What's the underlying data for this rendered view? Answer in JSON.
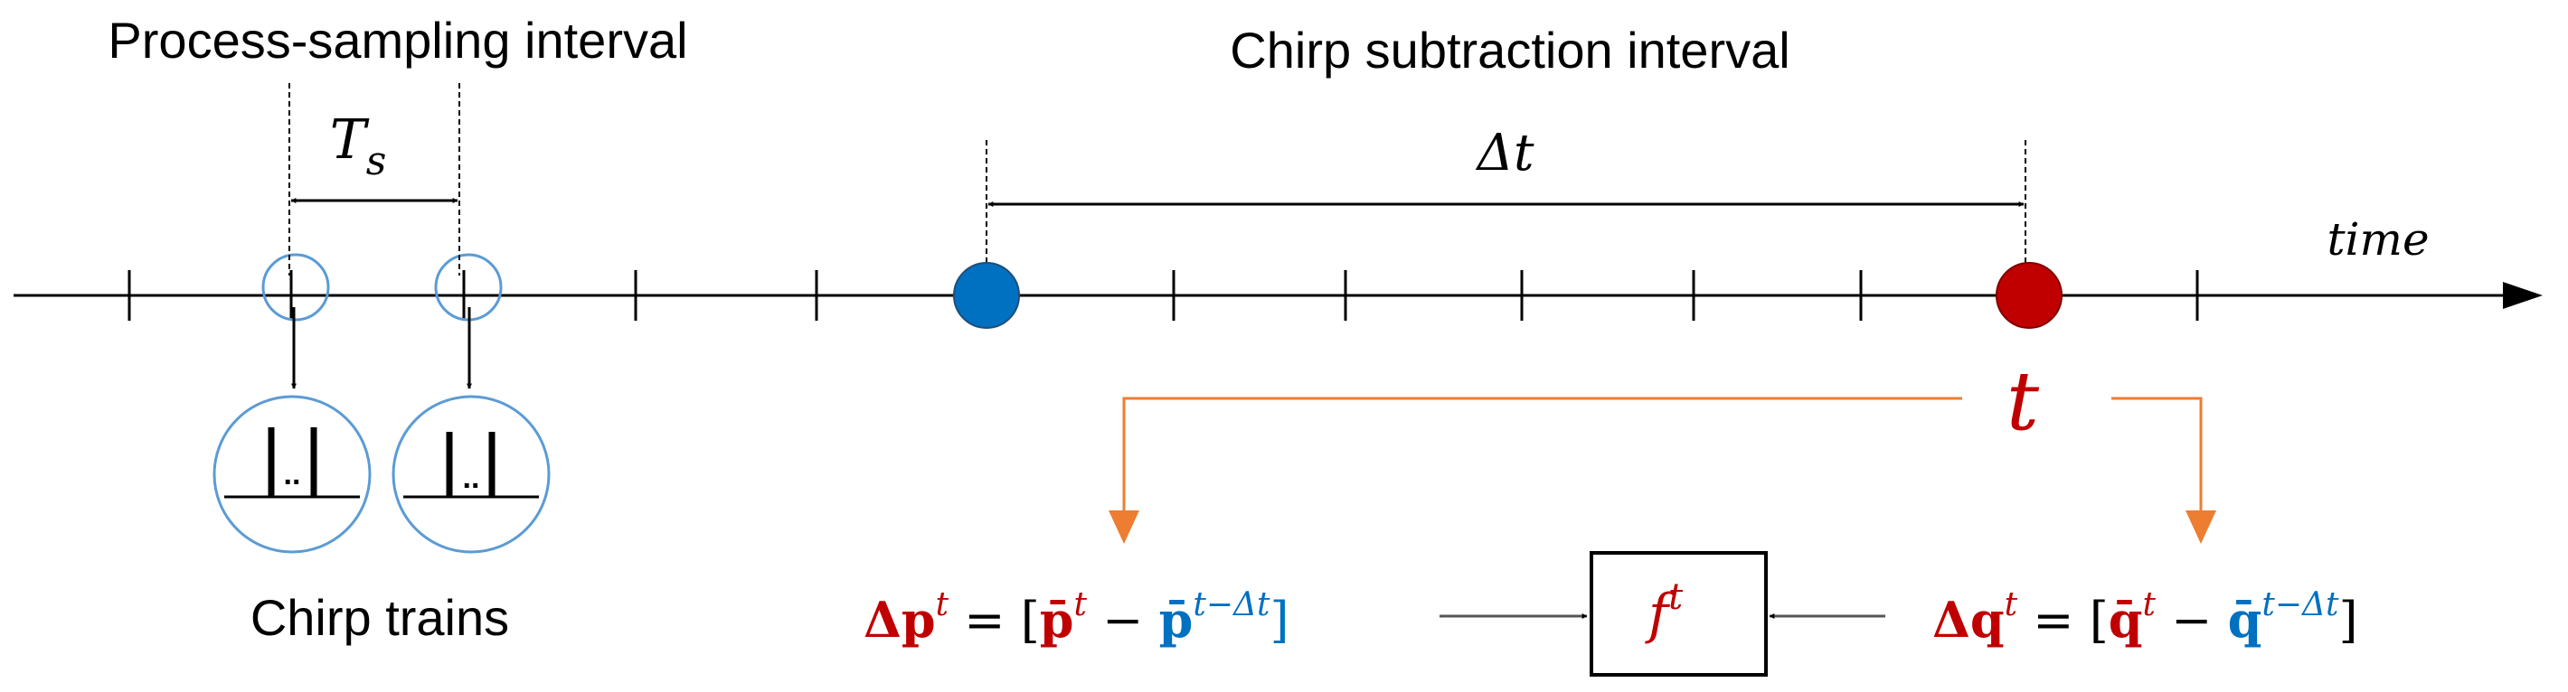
{
  "labels": {
    "process_sampling": "Process-sampling interval",
    "chirp_subtraction": "Chirp subtraction interval",
    "chirp_trains": "Chirp trains",
    "time": "time",
    "ts_symbol": "T",
    "ts_subscript": "s",
    "dt_symbol": "Δt",
    "t_symbol": "t",
    "chirp_dots": ".."
  },
  "equations": {
    "dp": {
      "lhs": "Δp",
      "lhs_sup": "t",
      "eq": " = [",
      "term1": "p̄",
      "term1_sup": "t",
      "minus": " − ",
      "term2": "p̄",
      "term2_sup": "t−Δt",
      "close": "]"
    },
    "dq": {
      "lhs": "Δq",
      "lhs_sup": "t",
      "eq": " = [",
      "term1": "q̄",
      "term1_sup": "t",
      "minus": " − ",
      "term2": "q̄",
      "term2_sup": "t−Δt",
      "close": "]"
    },
    "f": {
      "symbol": "f",
      "sup": "t"
    }
  },
  "colors": {
    "red": "#c00000",
    "blue": "#0070c0",
    "orange": "#ed7d31",
    "circle_outline": "#5b9bd5",
    "line": "#000000"
  }
}
